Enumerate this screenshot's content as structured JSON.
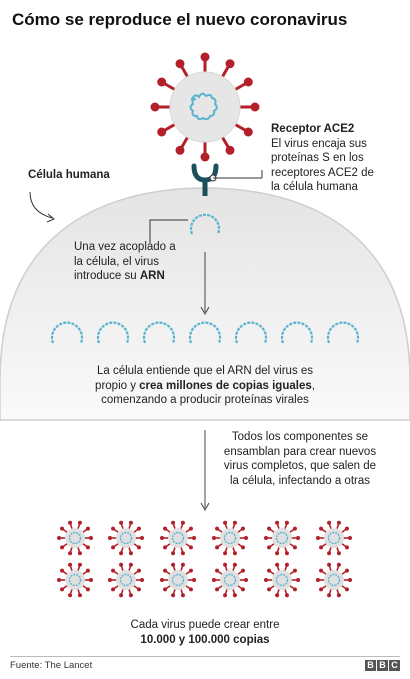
{
  "title": "Cómo se reproduce el nuevo coronavirus",
  "receptor": {
    "heading": "Receptor ACE2",
    "body": [
      "El virus encaja sus",
      "proteínas S en los",
      "receptores ACE2 de",
      "la célula humana"
    ]
  },
  "human_cell_label": "Célula humana",
  "step_attach": {
    "line1": "Una vez acoplado a",
    "line2": "la célula, el virus",
    "line3_plain": "introduce su ",
    "line3_bold": "ARN"
  },
  "step_copies": {
    "line1": "La célula entiende que el ARN del virus es",
    "line2_plain": "propio y ",
    "line2_bold": "crea millones de copias iguales",
    "line2_end": ",",
    "line3": "comenzando a producir proteínas virales"
  },
  "step_assemble": {
    "lines": [
      "Todos los componentes se",
      "ensamblan para crear nuevos",
      "virus completos, que salen de",
      "la célula, infectando a otras"
    ]
  },
  "result": {
    "line1": "Cada virus puede crear entre",
    "line2_bold": "10.000 y 100.000 copias"
  },
  "footer": {
    "source": "Fuente: The Lancet",
    "brand_letters": [
      "B",
      "B",
      "C"
    ]
  },
  "colors": {
    "virus_spike": "#b3202a",
    "virus_body": "#e0e0e0",
    "rna": "#5ab4cf",
    "receptor": "#1b4f5b",
    "cell_fill": "#ebebeb",
    "cell_edge": "#cfcfcf",
    "arrow": "#444444"
  }
}
